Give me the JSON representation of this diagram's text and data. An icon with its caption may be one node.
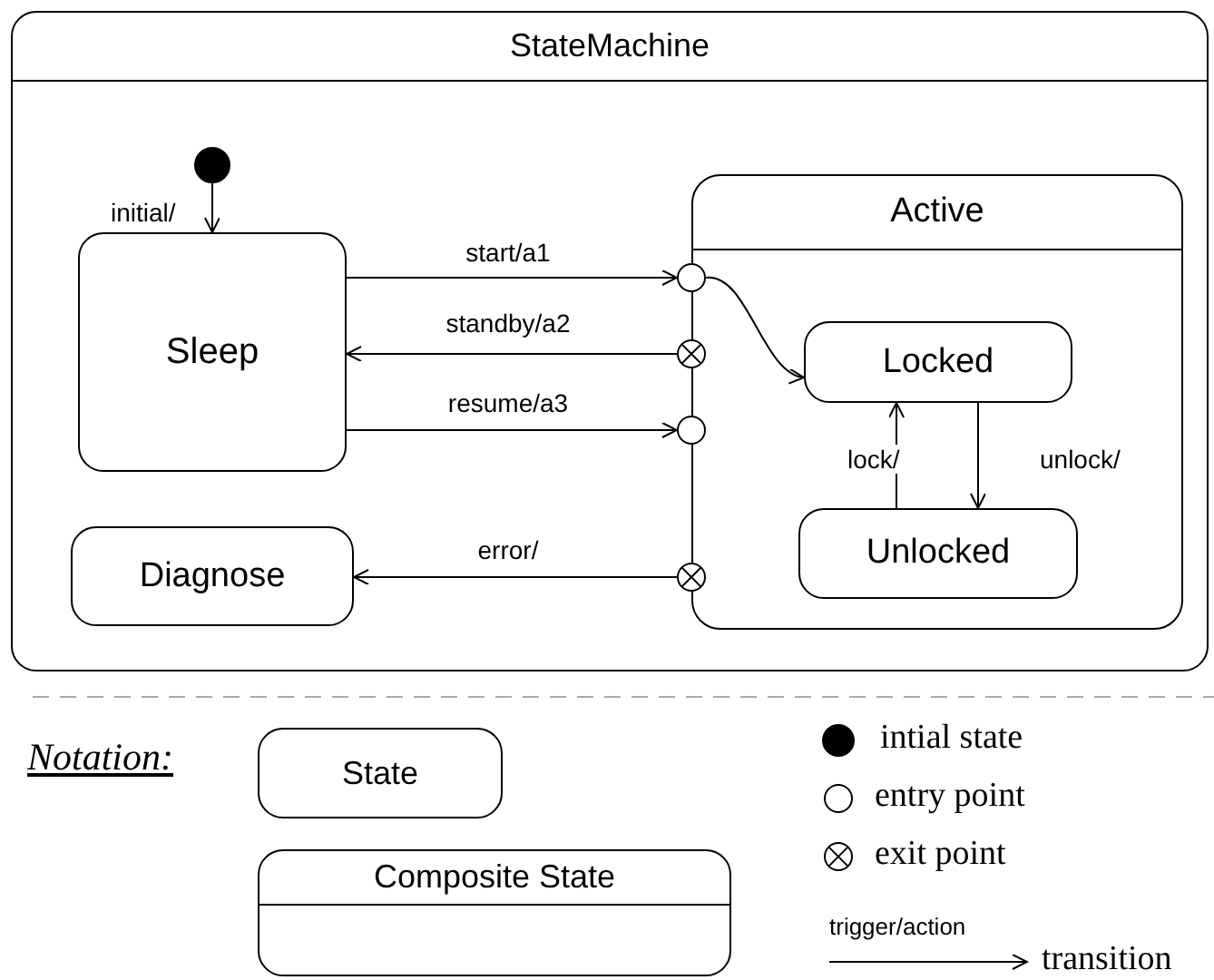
{
  "diagram": {
    "nodes": [
      {
        "text": [
          "StateMachine"
        ]
      },
      {
        "text": [],
        "shape": "circle",
        "in": 0
      },
      {
        "text": [
          "Sleep"
        ],
        "in": 0
      },
      {
        "text": [
          "Active"
        ],
        "in": 0
      },
      {
        "text": [],
        "shape": "circle",
        "in": 0
      },
      {
        "text": [],
        "shape": "circle",
        "in": 0
      },
      {
        "text": [],
        "shape": "circle",
        "in": 0
      },
      {
        "text": [],
        "shape": "circle",
        "in": 0
      },
      {
        "text": [
          "Locked"
        ],
        "in": 3
      },
      {
        "text": [
          "Unlocked"
        ],
        "in": 3
      },
      {
        "text": [
          "Diagnose"
        ],
        "in": 0
      },
      {
        "text": [
          "State"
        ]
      },
      {
        "text": [
          "Composite State"
        ]
      },
      {
        "text": [],
        "shape": "circle"
      },
      {
        "text": [],
        "shape": "circle"
      },
      {
        "text": [],
        "shape": "circle"
      }
    ],
    "edges": [
      {
        "from": 1,
        "to": 2,
        "arrow": "to",
        "label": "initial/"
      },
      {
        "from": 2,
        "to": 4,
        "arrow": "to",
        "label": "start/a1"
      },
      {
        "from": 4,
        "to": 8,
        "arrow": "to"
      },
      {
        "from": 5,
        "to": 2,
        "arrow": "to",
        "label": "standby/a2"
      },
      {
        "from": 2,
        "to": 6,
        "arrow": "to",
        "label": "resume/a3"
      },
      {
        "from": 7,
        "to": 10,
        "arrow": "to",
        "label": "error/"
      },
      {
        "from": 9,
        "to": 8,
        "arrow": "to",
        "label": "lock/"
      },
      {
        "from": 8,
        "to": 9,
        "arrow": "to",
        "label": "unlock/"
      }
    ],
    "labels": [
      "Notation:",
      "trigger/action"
    ],
    "legend": [
      {
        "text": "intial state"
      },
      {
        "text": "entry point"
      },
      {
        "text": "exit point"
      },
      {
        "text": "transition"
      }
    ]
  }
}
